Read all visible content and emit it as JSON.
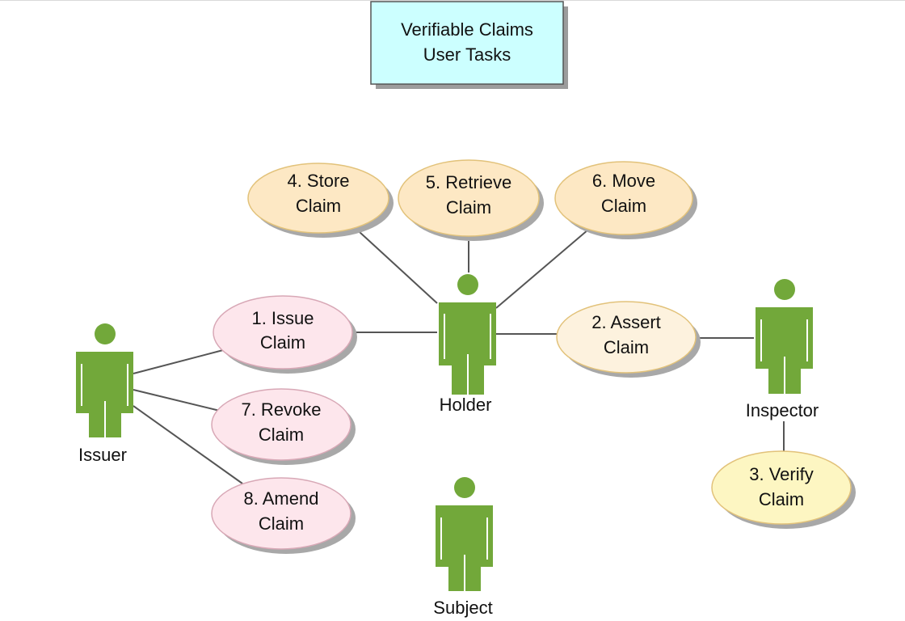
{
  "title": {
    "line1": "Verifiable Claims",
    "line2": "User Tasks",
    "fill": "#ccffff"
  },
  "actors": {
    "issuer": "Issuer",
    "holder": "Holder",
    "inspector": "Inspector",
    "subject": "Subject"
  },
  "actor_color": "#72a83a",
  "use_cases": {
    "issue": {
      "line1": "1. Issue",
      "line2": "Claim",
      "fill": "#fde6ec"
    },
    "assert": {
      "line1": "2. Assert",
      "line2": "Claim",
      "fill": "#fdf2de"
    },
    "verify": {
      "line1": "3. Verify",
      "line2": "Claim",
      "fill": "#fdf6c2"
    },
    "store": {
      "line1": "4. Store",
      "line2": "Claim",
      "fill": "#fde8c4"
    },
    "retrieve": {
      "line1": "5. Retrieve",
      "line2": "Claim",
      "fill": "#fde8c4"
    },
    "move": {
      "line1": "6. Move",
      "line2": "Claim",
      "fill": "#fde8c4"
    },
    "revoke": {
      "line1": "7. Revoke",
      "line2": "Claim",
      "fill": "#fde6ec"
    },
    "amend": {
      "line1": "8. Amend",
      "line2": "Claim",
      "fill": "#fde6ec"
    }
  }
}
